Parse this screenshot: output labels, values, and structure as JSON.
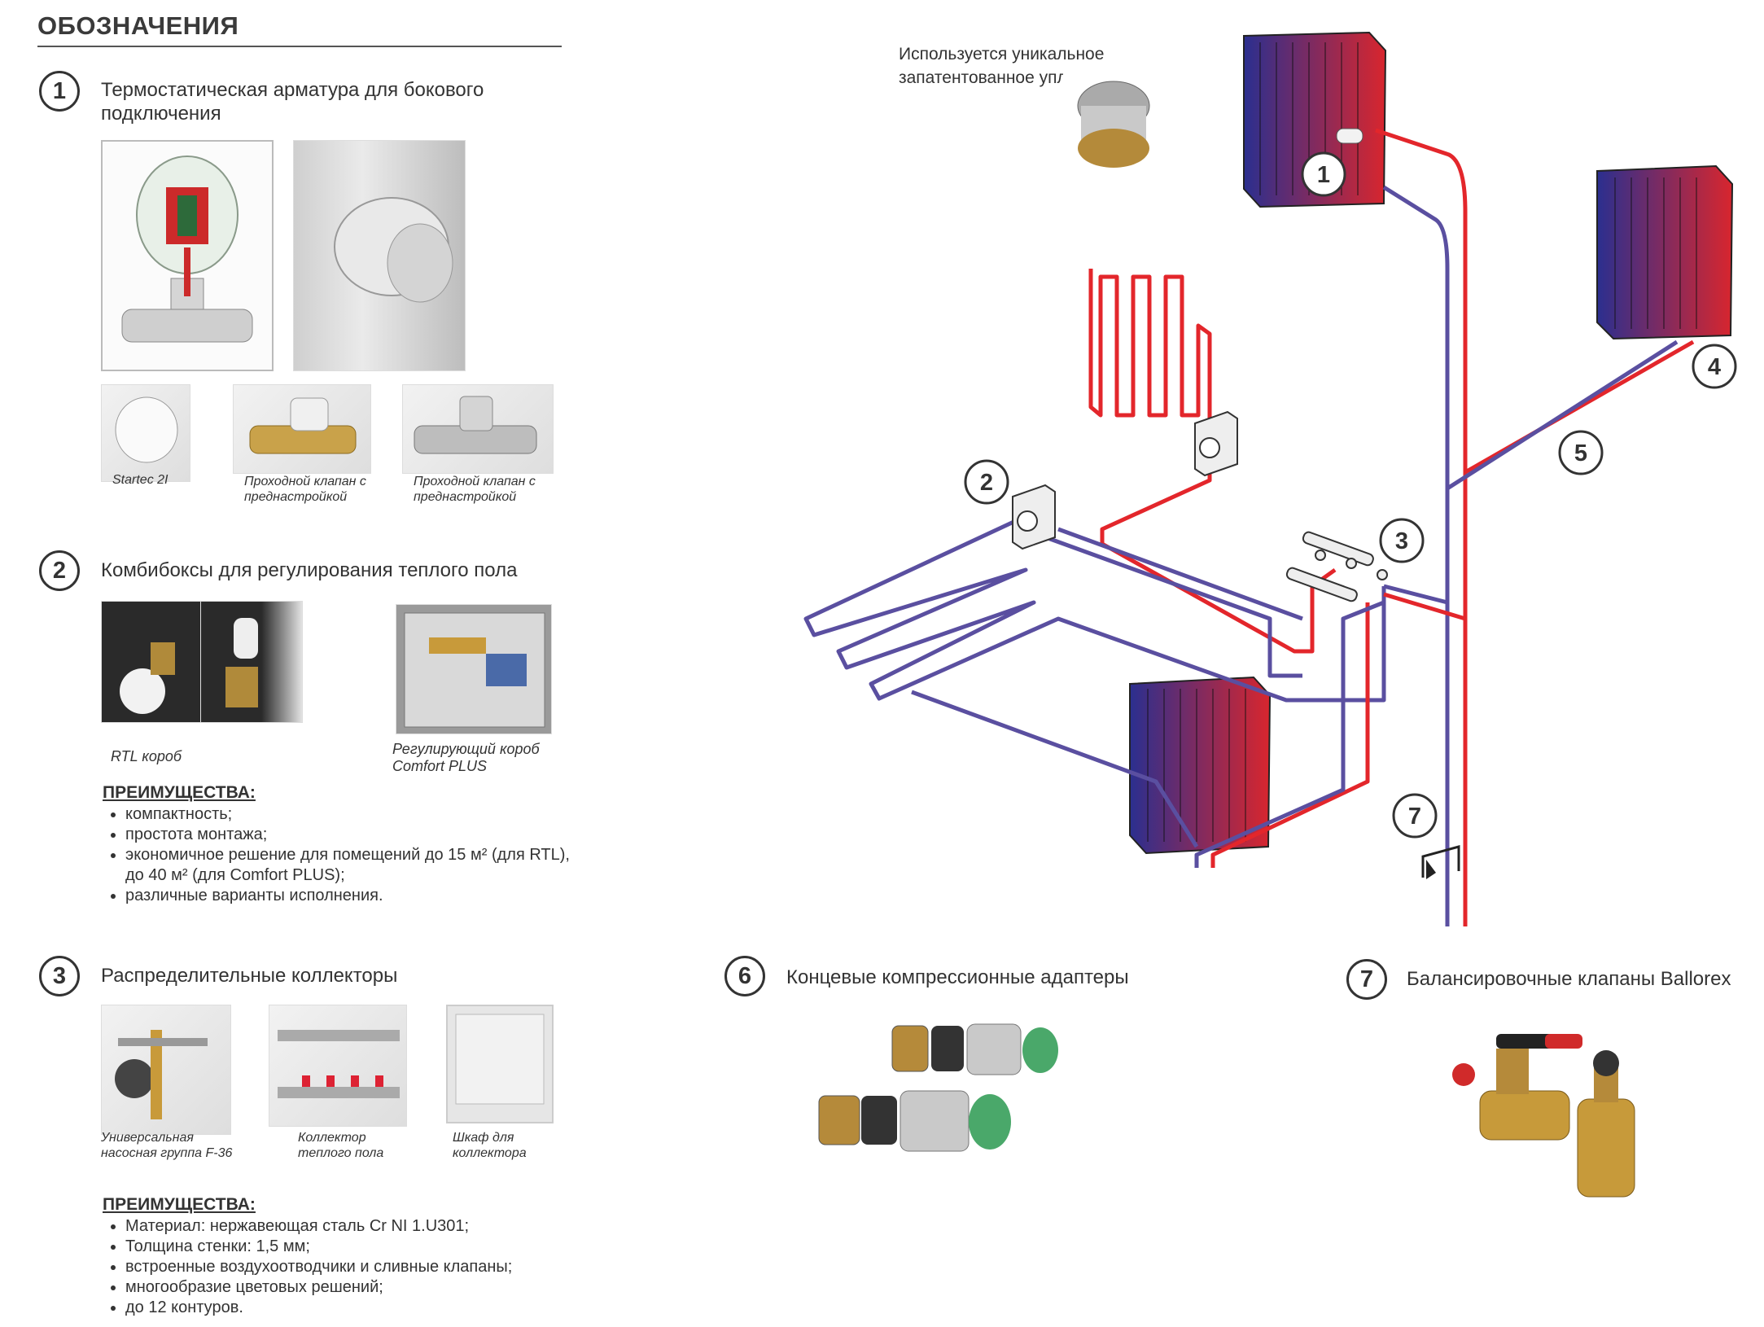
{
  "header": {
    "title": "ОБОЗНАЧЕНИЯ"
  },
  "sections": {
    "s1": {
      "num": "1",
      "title": "Термостатическая арматура для бокового подключения",
      "captions": [
        "Startec 2I",
        "Проходной клапан с преднастройкой",
        "Проходной клапан с преднастройкой"
      ]
    },
    "s2": {
      "num": "2",
      "title": "Комбибоксы для регулирования теплого пола",
      "captions": [
        "RTL короб",
        "Регулирующий короб Comfort PLUS"
      ],
      "adv_title": "ПРЕИМУЩЕСТВА:",
      "adv": [
        "компактность;",
        "простота монтажа;",
        "экономичное решение для помещений до 15 м² (для RTL), до 40 м² (для Comfort PLUS);",
        "различные варианты исполнения."
      ]
    },
    "s3": {
      "num": "3",
      "title": "Распределительные коллекторы",
      "captions": [
        "Универсальная насосная группа F-36",
        "Коллектор теплого пола",
        "Шкаф для коллектора"
      ],
      "adv_title": "ПРЕИМУЩЕСТВА:",
      "adv": [
        "Материал: нержавеющая сталь Cr NI 1.U301;",
        "Толщина стенки: 1,5 мм;",
        "встроенные воздухоотводчики и сливные клапаны;",
        "многообразие цветовых решений;",
        "до 12 контуров."
      ]
    },
    "s6": {
      "num": "6",
      "title": "Концевые компрессионные адаптеры"
    },
    "s7": {
      "num": "7",
      "title": "Балансировочные клапаны Ballorex"
    }
  },
  "diagram": {
    "note": "Используется уникальное запатентованное уплотнение",
    "labels": [
      "1",
      "2",
      "3",
      "4",
      "5",
      "7"
    ]
  },
  "colors": {
    "supply": "#e3262b",
    "return": "#5a4fa0",
    "radiator_blue": "#2b2f8f",
    "radiator_red": "#d8262e"
  }
}
